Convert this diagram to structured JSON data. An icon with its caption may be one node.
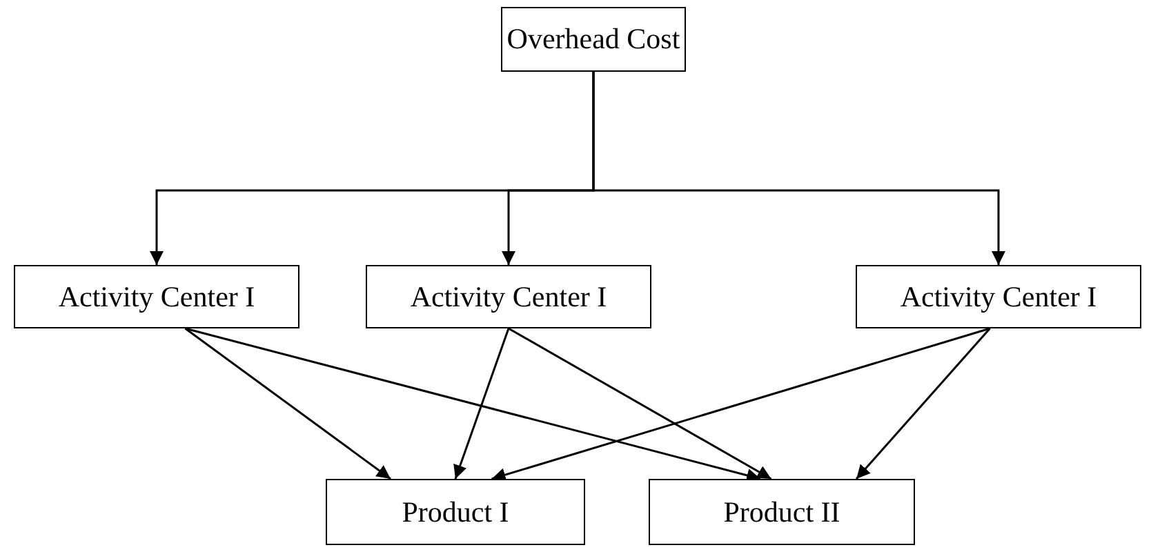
{
  "diagram": {
    "nodes": [
      {
        "text": [
          "Overhead Cost"
        ]
      },
      {
        "text": [
          "Activity Center I"
        ]
      },
      {
        "text": [
          "Activity Center I"
        ]
      },
      {
        "text": [
          "Activity Center I"
        ]
      },
      {
        "text": [
          "Product I"
        ]
      },
      {
        "text": [
          "Product II"
        ]
      }
    ],
    "edges": [
      {
        "from": 0,
        "to": 1,
        "arrow": "to"
      },
      {
        "from": 0,
        "to": 2,
        "arrow": "to"
      },
      {
        "from": 0,
        "to": 3,
        "arrow": "to"
      },
      {
        "from": 1,
        "to": 4,
        "arrow": "to"
      },
      {
        "from": 1,
        "to": 5,
        "arrow": "to"
      },
      {
        "from": 2,
        "to": 4,
        "arrow": "to"
      },
      {
        "from": 2,
        "to": 5,
        "arrow": "to"
      },
      {
        "from": 3,
        "to": 4,
        "arrow": "to"
      },
      {
        "from": 3,
        "to": 5,
        "arrow": "to"
      }
    ]
  }
}
